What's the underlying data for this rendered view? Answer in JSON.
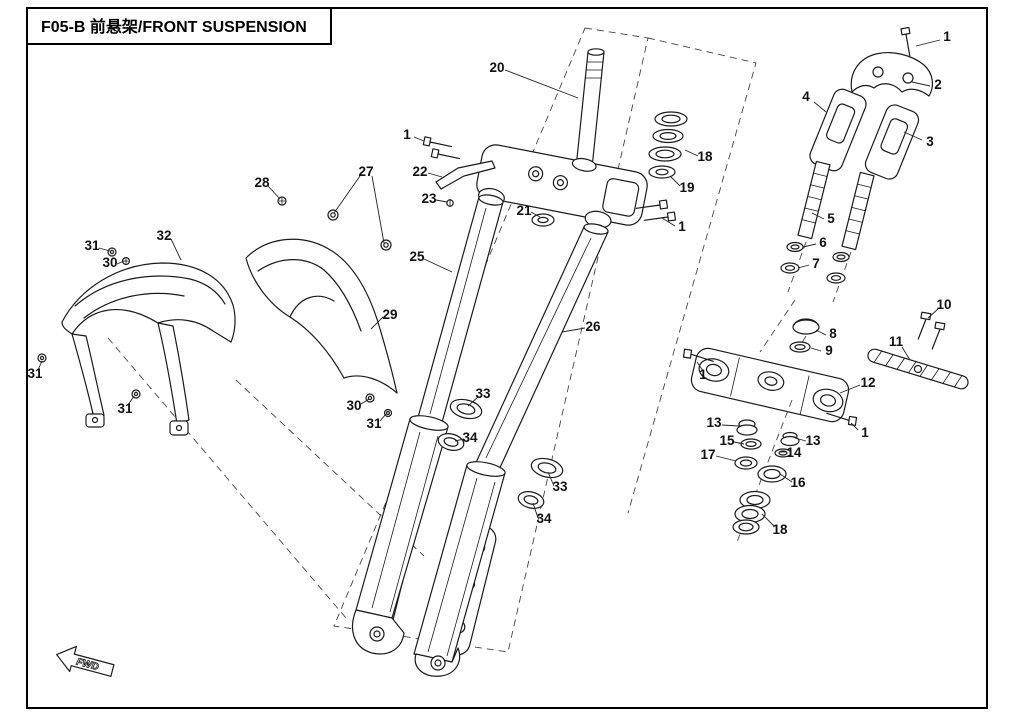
{
  "page": {
    "title": "F05-B 前悬架/FRONT SUSPENSION",
    "fwd_label": "FWD"
  },
  "colors": {
    "line": "#1a1a1a",
    "background": "#ffffff"
  },
  "callouts": [
    {
      "label": "1"
    },
    {
      "label": "2"
    },
    {
      "label": "3"
    },
    {
      "label": "4"
    },
    {
      "label": "5"
    },
    {
      "label": "6"
    },
    {
      "label": "7"
    },
    {
      "label": "8"
    },
    {
      "label": "9"
    },
    {
      "label": "10"
    },
    {
      "label": "11"
    },
    {
      "label": "12"
    },
    {
      "label": "1"
    },
    {
      "label": "1"
    },
    {
      "label": "13"
    },
    {
      "label": "13"
    },
    {
      "label": "14"
    },
    {
      "label": "15"
    },
    {
      "label": "16"
    },
    {
      "label": "17"
    },
    {
      "label": "18"
    },
    {
      "label": "20"
    },
    {
      "label": "18"
    },
    {
      "label": "19"
    },
    {
      "label": "22"
    },
    {
      "label": "23"
    },
    {
      "label": "21"
    },
    {
      "label": "1"
    },
    {
      "label": "1"
    },
    {
      "label": "25"
    },
    {
      "label": "26"
    },
    {
      "label": "33"
    },
    {
      "label": "34"
    },
    {
      "label": "33"
    },
    {
      "label": "34"
    },
    {
      "label": "28"
    },
    {
      "label": "27"
    },
    {
      "label": "31"
    },
    {
      "label": "30"
    },
    {
      "label": "32"
    },
    {
      "label": "29"
    },
    {
      "label": "31"
    },
    {
      "label": "31"
    },
    {
      "label": "30"
    },
    {
      "label": "31"
    }
  ]
}
